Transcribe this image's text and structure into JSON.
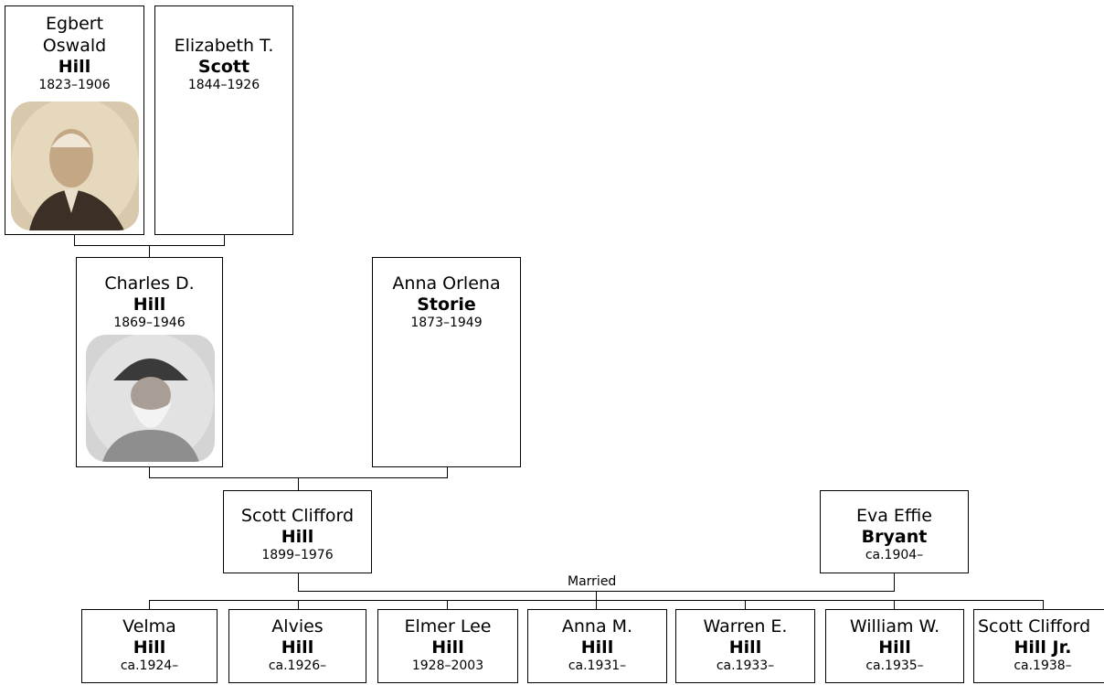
{
  "generation1": {
    "egbert": {
      "given": "Egbert Oswald",
      "surname": "Hill",
      "dates": "1823–1906"
    },
    "elizabeth": {
      "given": "Elizabeth T.",
      "surname": "Scott",
      "dates": "1844–1926"
    }
  },
  "generation2": {
    "charles": {
      "given": "Charles D.",
      "surname": "Hill",
      "dates": "1869–1946"
    },
    "anna_orlena": {
      "given": "Anna Orlena",
      "surname": "Storie",
      "dates": "1873–1949"
    }
  },
  "generation3": {
    "scott": {
      "given": "Scott Clifford",
      "surname": "Hill",
      "dates": "1899–1976"
    },
    "eva": {
      "given": "Eva Effie",
      "surname": "Bryant",
      "dates": "ca.1904–"
    },
    "relationship": "Married"
  },
  "children": [
    {
      "given": "Velma",
      "surname": "Hill",
      "dates": "ca.1924–"
    },
    {
      "given": "Alvies",
      "surname": "Hill",
      "dates": "ca.1926–"
    },
    {
      "given": "Elmer Lee",
      "surname": "Hill",
      "dates": "1928–2003"
    },
    {
      "given": "Anna M.",
      "surname": "Hill",
      "dates": "ca.1931–"
    },
    {
      "given": "Warren E.",
      "surname": "Hill",
      "dates": "ca.1933–"
    },
    {
      "given": "William W.",
      "surname": "Hill",
      "dates": "ca.1935–"
    },
    {
      "given": "Scott Clifford",
      "surname": "Hill Jr.",
      "dates": "ca.1938–"
    }
  ],
  "colors": {
    "photo_sepia": "#c9b79a",
    "photo_gray": "#bdbdbd"
  }
}
